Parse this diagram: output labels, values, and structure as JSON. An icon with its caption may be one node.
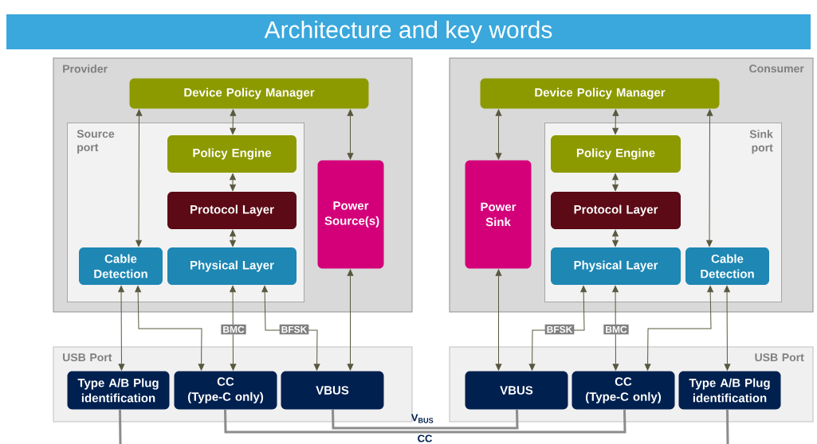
{
  "diagram": {
    "title": "Architecture and key words",
    "nodes": [
      {
        "text": [
          "Provider"
        ]
      },
      {
        "text": [
          "Device Policy Manager"
        ],
        "in": 0
      },
      {
        "text": [
          "Source port"
        ],
        "in": 0
      },
      {
        "text": [
          "Policy Engine"
        ],
        "in": 2
      },
      {
        "text": [
          "Protocol Layer"
        ],
        "in": 2
      },
      {
        "text": [
          "Cable Detection"
        ],
        "in": 2
      },
      {
        "text": [
          "Physical Layer"
        ],
        "in": 2
      },
      {
        "text": [
          "Power Source(s)"
        ],
        "in": 0
      },
      {
        "text": [
          "USB Port"
        ]
      },
      {
        "text": [
          "Type A/B Plug identification"
        ],
        "in": 8
      },
      {
        "text": [
          "CC",
          "(Type-C only)"
        ],
        "in": 8
      },
      {
        "text": [
          "VBUS"
        ],
        "in": 8
      },
      {
        "text": [
          "Consumer"
        ]
      },
      {
        "text": [
          "Device Policy Manager"
        ],
        "in": 12
      },
      {
        "text": [
          "Power Sink"
        ],
        "in": 12
      },
      {
        "text": [
          "Sink port"
        ],
        "in": 12
      },
      {
        "text": [
          "Policy Engine"
        ],
        "in": 15
      },
      {
        "text": [
          "Protocol Layer"
        ],
        "in": 15
      },
      {
        "text": [
          "Physical Layer"
        ],
        "in": 15
      },
      {
        "text": [
          "Cable Detection"
        ],
        "in": 15
      },
      {
        "text": [
          "USB Port"
        ]
      },
      {
        "text": [
          "VBUS"
        ],
        "in": 20
      },
      {
        "text": [
          "CC",
          "(Type-C only)"
        ],
        "in": 20
      },
      {
        "text": [
          "Type A/B Plug identification"
        ],
        "in": 20
      }
    ],
    "edges": [
      {
        "from": 1,
        "to": 5,
        "arrow": "both"
      },
      {
        "from": 1,
        "to": 3,
        "arrow": "both"
      },
      {
        "from": 3,
        "to": 4,
        "arrow": "both"
      },
      {
        "from": 4,
        "to": 6,
        "arrow": "both"
      },
      {
        "from": 1,
        "to": 7,
        "arrow": "both"
      },
      {
        "from": 5,
        "to": 9,
        "arrow": "both"
      },
      {
        "from": 5,
        "to": 10,
        "arrow": "both"
      },
      {
        "from": 6,
        "to": 10,
        "arrow": "both",
        "label": "BMC"
      },
      {
        "from": 6,
        "to": 11,
        "arrow": "both",
        "label": "BFSK"
      },
      {
        "from": 7,
        "to": 11,
        "arrow": "both"
      },
      {
        "from": 13,
        "to": 14,
        "arrow": "both"
      },
      {
        "from": 13,
        "to": 16,
        "arrow": "both"
      },
      {
        "from": 16,
        "to": 17,
        "arrow": "both"
      },
      {
        "from": 17,
        "to": 18,
        "arrow": "both"
      },
      {
        "from": 13,
        "to": 19,
        "arrow": "both"
      },
      {
        "from": 18,
        "to": 21,
        "arrow": "both",
        "label": "BFSK"
      },
      {
        "from": 18,
        "to": 22,
        "arrow": "both",
        "label": "BMC"
      },
      {
        "from": 19,
        "to": 22,
        "arrow": "both"
      },
      {
        "from": 19,
        "to": 23,
        "arrow": "both"
      },
      {
        "from": 14,
        "to": 21,
        "arrow": "both"
      },
      {
        "from": 11,
        "to": 21,
        "arrow": "none",
        "label": "V$_{BUS}$",
        "style": "thick",
        "color": "#8c8c8c"
      },
      {
        "from": 10,
        "to": 22,
        "arrow": "none",
        "label": "CC",
        "style": "thick",
        "color": "#8c8c8c"
      },
      {
        "from": 9,
        "to": null,
        "arrow": "none",
        "style": "thick",
        "color": "#8c8c8c"
      },
      {
        "from": 23,
        "to": null,
        "arrow": "none",
        "style": "thick",
        "color": "#8c8c8c"
      }
    ]
  }
}
